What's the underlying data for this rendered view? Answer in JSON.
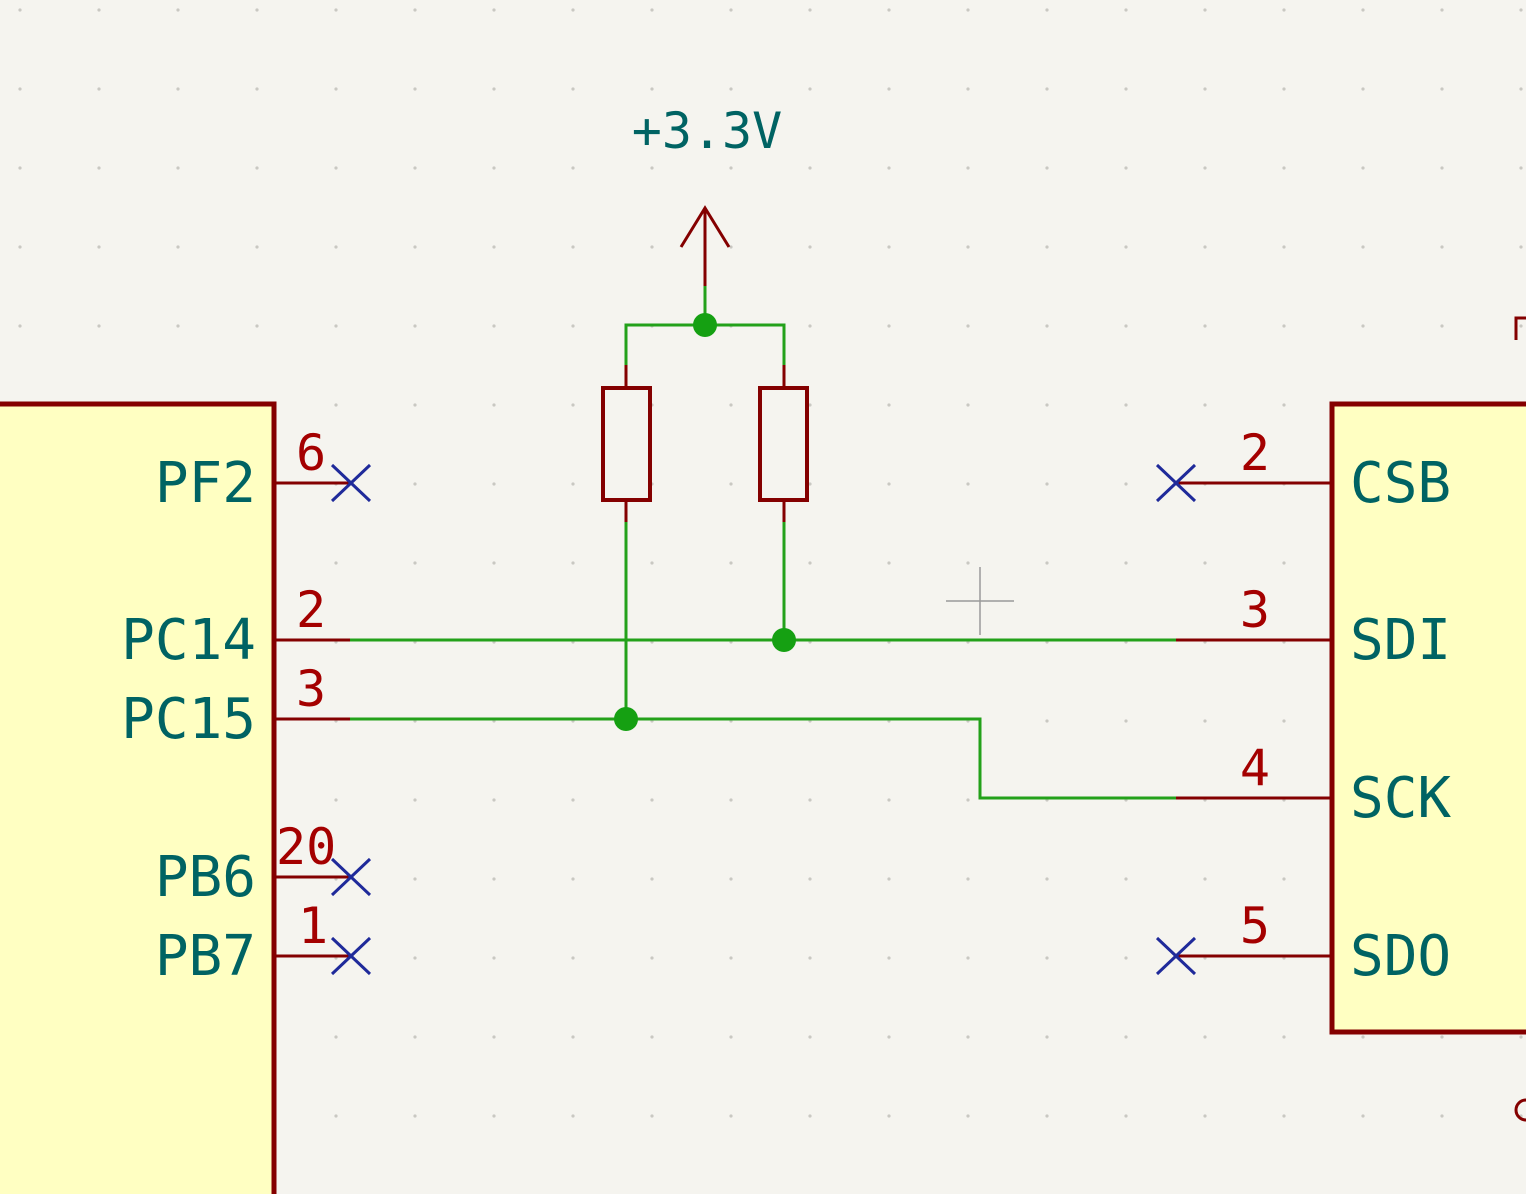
{
  "power": {
    "net_label": "+3.3V"
  },
  "left_ic": {
    "pins": [
      {
        "name": "PF2",
        "number": "6"
      },
      {
        "name": "PC14",
        "number": "2"
      },
      {
        "name": "PC15",
        "number": "3"
      },
      {
        "name": "PB6",
        "number": "20"
      },
      {
        "name": "PB7",
        "number": "1"
      }
    ]
  },
  "right_ic": {
    "pins": [
      {
        "name": "CSB",
        "number": "2"
      },
      {
        "name": "SDI",
        "number": "3"
      },
      {
        "name": "SCK",
        "number": "4"
      },
      {
        "name": "SDO",
        "number": "5"
      }
    ]
  },
  "colors": {
    "background": "#f5f4ef",
    "component_body": "#ffffc2",
    "component_outline": "#840000",
    "wire": "#23a11a",
    "junction": "#15a012",
    "no_connect": "#1f2a9a",
    "pin_name": "#006363",
    "pin_number": "#a40000"
  }
}
